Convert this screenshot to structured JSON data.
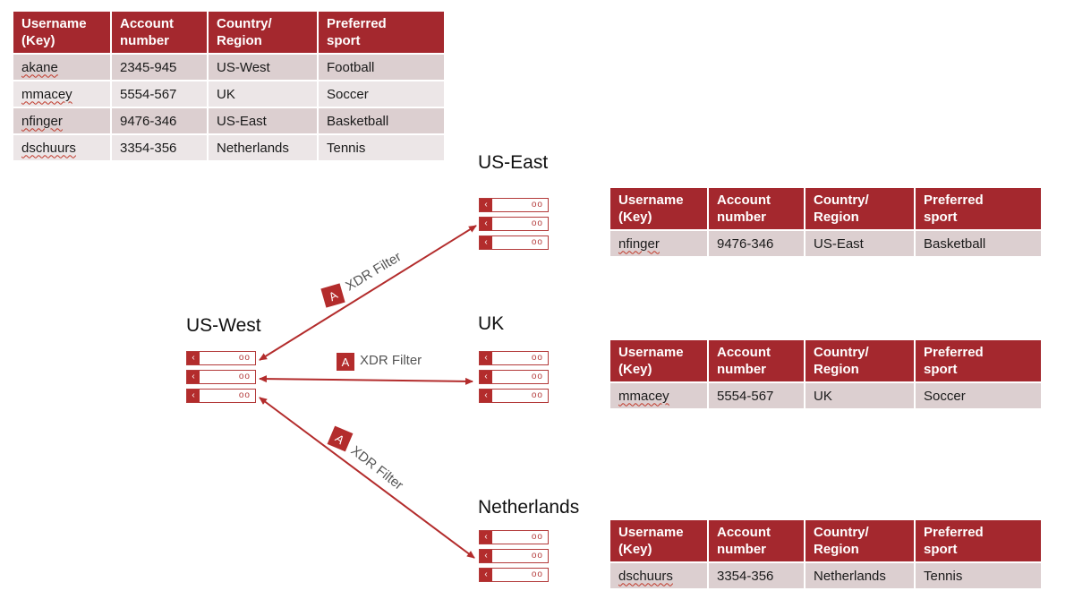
{
  "columns": [
    "Username\n(Key)",
    "Account\nnumber",
    "Country/\nRegion",
    "Preferred\nsport"
  ],
  "master_table": [
    [
      "akane",
      "2345-945",
      "US-West",
      "Football"
    ],
    [
      "mmacey",
      "5554-567",
      "UK",
      "Soccer"
    ],
    [
      "nfinger",
      "9476-346",
      "US-East",
      "Basketball"
    ],
    [
      "dschuurs",
      "3354-356",
      "Netherlands",
      "Tennis"
    ]
  ],
  "regions": {
    "source": "US-West",
    "us_east": "US-East",
    "uk": "UK",
    "netherlands": "Netherlands"
  },
  "filter_label": "XDR Filter",
  "us_east_table": [
    [
      "nfinger",
      "9476-346",
      "US-East",
      "Basketball"
    ]
  ],
  "uk_table": [
    [
      "mmacey",
      "5554-567",
      "UK",
      "Soccer"
    ]
  ],
  "netherlands_table": [
    [
      "dschuurs",
      "3354-356",
      "Netherlands",
      "Tennis"
    ]
  ],
  "colors": {
    "header": "#a4282e",
    "row_dark": "#dccfd0",
    "row_light": "#ece6e7",
    "accent": "#b32c2c"
  },
  "icons": [
    "server-rack-icon",
    "aerospike-logo-icon"
  ]
}
